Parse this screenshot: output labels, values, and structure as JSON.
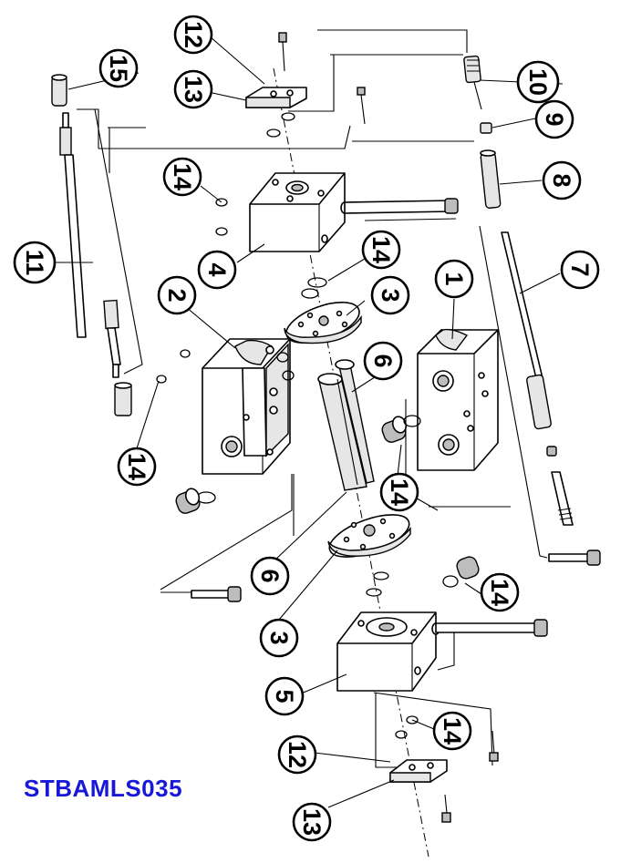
{
  "diagram_code": "STBAMLS035",
  "colors": {
    "code_text": "#1818d8",
    "lines": "#000000",
    "background": "#ffffff"
  },
  "callouts": {
    "c1": "1",
    "c2": "2",
    "c3a": "3",
    "c3b": "3",
    "c4": "4",
    "c5": "5",
    "c6a": "6",
    "c6b": "6",
    "c7": "7",
    "c8": "8",
    "c9": "9",
    "c10": "10",
    "c11": "11",
    "c12a": "12",
    "c12b": "12",
    "c13a": "13",
    "c13b": "13",
    "c14a": "14",
    "c14b": "14",
    "c14c": "14",
    "c14d": "14",
    "c14e": "14",
    "c14f": "14",
    "c15": "15"
  }
}
